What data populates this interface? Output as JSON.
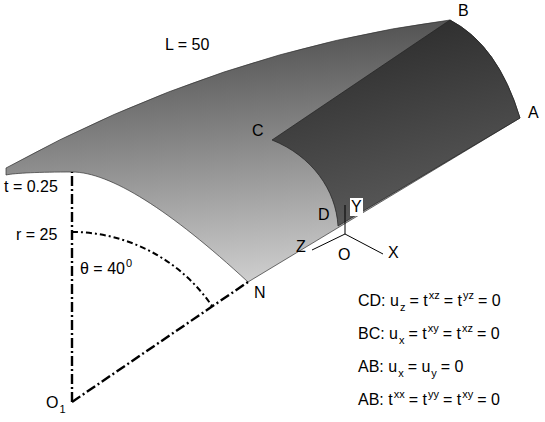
{
  "diagram": {
    "labels": [
      "B",
      "L = 50",
      "C",
      "A",
      "t = 0.25",
      "D",
      "Y",
      "Z",
      "O",
      "X",
      "r = 25",
      "θ = 40",
      "0",
      "N",
      "O",
      "1",
      "CD: u",
      "z",
      "= t",
      "xz",
      "= t",
      "yz",
      "= 0",
      "BC: u",
      "x",
      "= t",
      "xy",
      "= t",
      "xz",
      "= 0",
      "AB: u",
      "x",
      "= u",
      "y",
      "= 0",
      "AB: t",
      "xx",
      "= t",
      "yy",
      "= t",
      "xy",
      "= 0"
    ]
  }
}
